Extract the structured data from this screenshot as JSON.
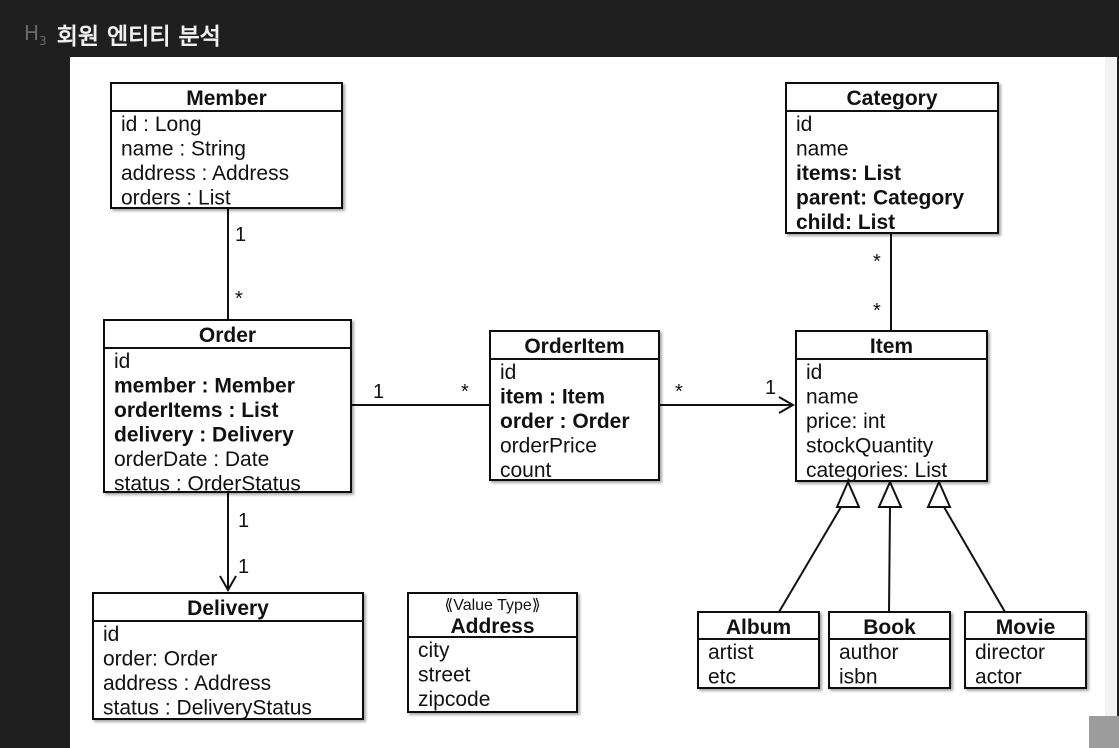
{
  "heading": {
    "level_mark": "H",
    "level_num": "3",
    "title": "회원 엔티티 분석"
  },
  "classes": {
    "member": {
      "name": "Member",
      "stereotype": "",
      "attributes": [
        {
          "text": "id : Long",
          "bold": false
        },
        {
          "text": "name : String",
          "bold": false
        },
        {
          "text": "address : Address",
          "bold": false
        },
        {
          "text": "orders : List",
          "bold": false
        }
      ]
    },
    "order": {
      "name": "Order",
      "stereotype": "",
      "attributes": [
        {
          "text": "id",
          "bold": false
        },
        {
          "text": "member : Member",
          "bold": true
        },
        {
          "text": "orderItems : List",
          "bold": true
        },
        {
          "text": "delivery : Delivery",
          "bold": true
        },
        {
          "text": "orderDate : Date",
          "bold": false
        },
        {
          "text": "status : OrderStatus",
          "bold": false
        }
      ]
    },
    "orderitem": {
      "name": "OrderItem",
      "stereotype": "",
      "attributes": [
        {
          "text": "id",
          "bold": false
        },
        {
          "text": "item : Item",
          "bold": true
        },
        {
          "text": "order : Order",
          "bold": true
        },
        {
          "text": "orderPrice",
          "bold": false
        },
        {
          "text": "count",
          "bold": false
        }
      ]
    },
    "item": {
      "name": "Item",
      "stereotype": "",
      "attributes": [
        {
          "text": "id",
          "bold": false
        },
        {
          "text": "name",
          "bold": false
        },
        {
          "text": "price: int",
          "bold": false
        },
        {
          "text": "stockQuantity",
          "bold": false
        },
        {
          "text": "categories: List",
          "bold": false
        }
      ]
    },
    "category": {
      "name": "Category",
      "stereotype": "",
      "attributes": [
        {
          "text": "id",
          "bold": false
        },
        {
          "text": "name",
          "bold": false
        },
        {
          "text": "items: List",
          "bold": true
        },
        {
          "text": "parent: Category",
          "bold": true
        },
        {
          "text": "child: List",
          "bold": true
        }
      ]
    },
    "delivery": {
      "name": "Delivery",
      "stereotype": "",
      "attributes": [
        {
          "text": "id",
          "bold": false
        },
        {
          "text": "order: Order",
          "bold": false
        },
        {
          "text": "address : Address",
          "bold": false
        },
        {
          "text": "status : DeliveryStatus",
          "bold": false
        }
      ]
    },
    "address": {
      "name": "Address",
      "stereotype": "<<Value Type>>",
      "attributes": [
        {
          "text": "city",
          "bold": false
        },
        {
          "text": "street",
          "bold": false
        },
        {
          "text": "zipcode",
          "bold": false
        }
      ]
    },
    "album": {
      "name": "Album",
      "stereotype": "",
      "attributes": [
        {
          "text": "artist",
          "bold": false
        },
        {
          "text": "etc",
          "bold": false
        }
      ]
    },
    "book": {
      "name": "Book",
      "stereotype": "",
      "attributes": [
        {
          "text": "author",
          "bold": false
        },
        {
          "text": "isbn",
          "bold": false
        }
      ]
    },
    "movie": {
      "name": "Movie",
      "stereotype": "",
      "attributes": [
        {
          "text": "director",
          "bold": false
        },
        {
          "text": "actor",
          "bold": false
        }
      ]
    }
  },
  "multiplicities": {
    "member_order_member": "1",
    "member_order_order": "*",
    "order_orderitem_order": "1",
    "order_orderitem_orderitem": "*",
    "orderitem_item_orderitem": "*",
    "orderitem_item_item": "1",
    "category_item_category": "*",
    "category_item_item": "*",
    "order_delivery_order": "1",
    "order_delivery_delivery": "1"
  }
}
